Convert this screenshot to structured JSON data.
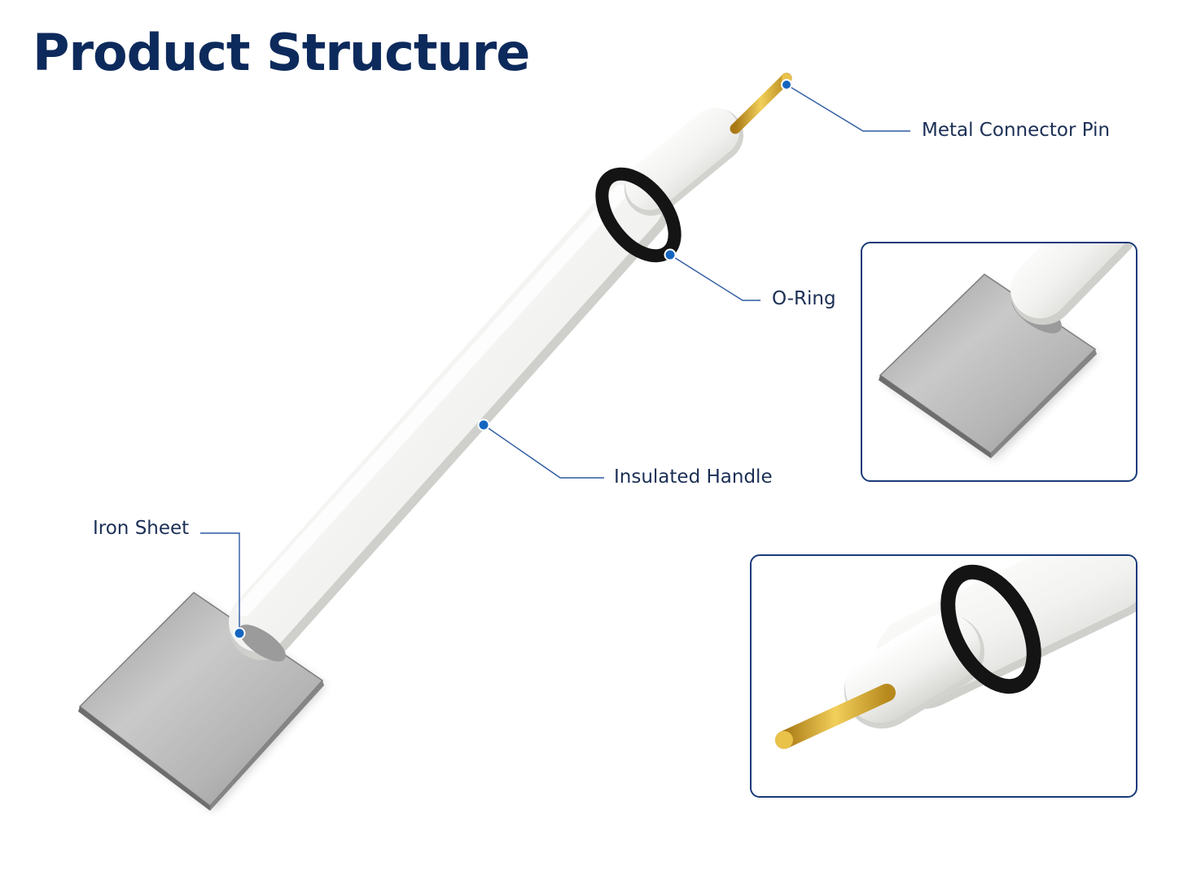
{
  "title": "Product Structure",
  "labels": {
    "metal_connector_pin": "Metal Connector Pin",
    "o_ring": "O-Ring",
    "insulated_handle": "Insulated Handle",
    "iron_sheet": "Iron Sheet"
  },
  "colors": {
    "title": "#0d2a5c",
    "leader_line": "#2c5aa0",
    "marker_dot": "#1565c0",
    "inset_border": "#1b3a7a",
    "handle": "#f4f4f2",
    "o_ring": "#141414",
    "pin": "#d4a52a",
    "sheet": "#b3b3b3"
  }
}
